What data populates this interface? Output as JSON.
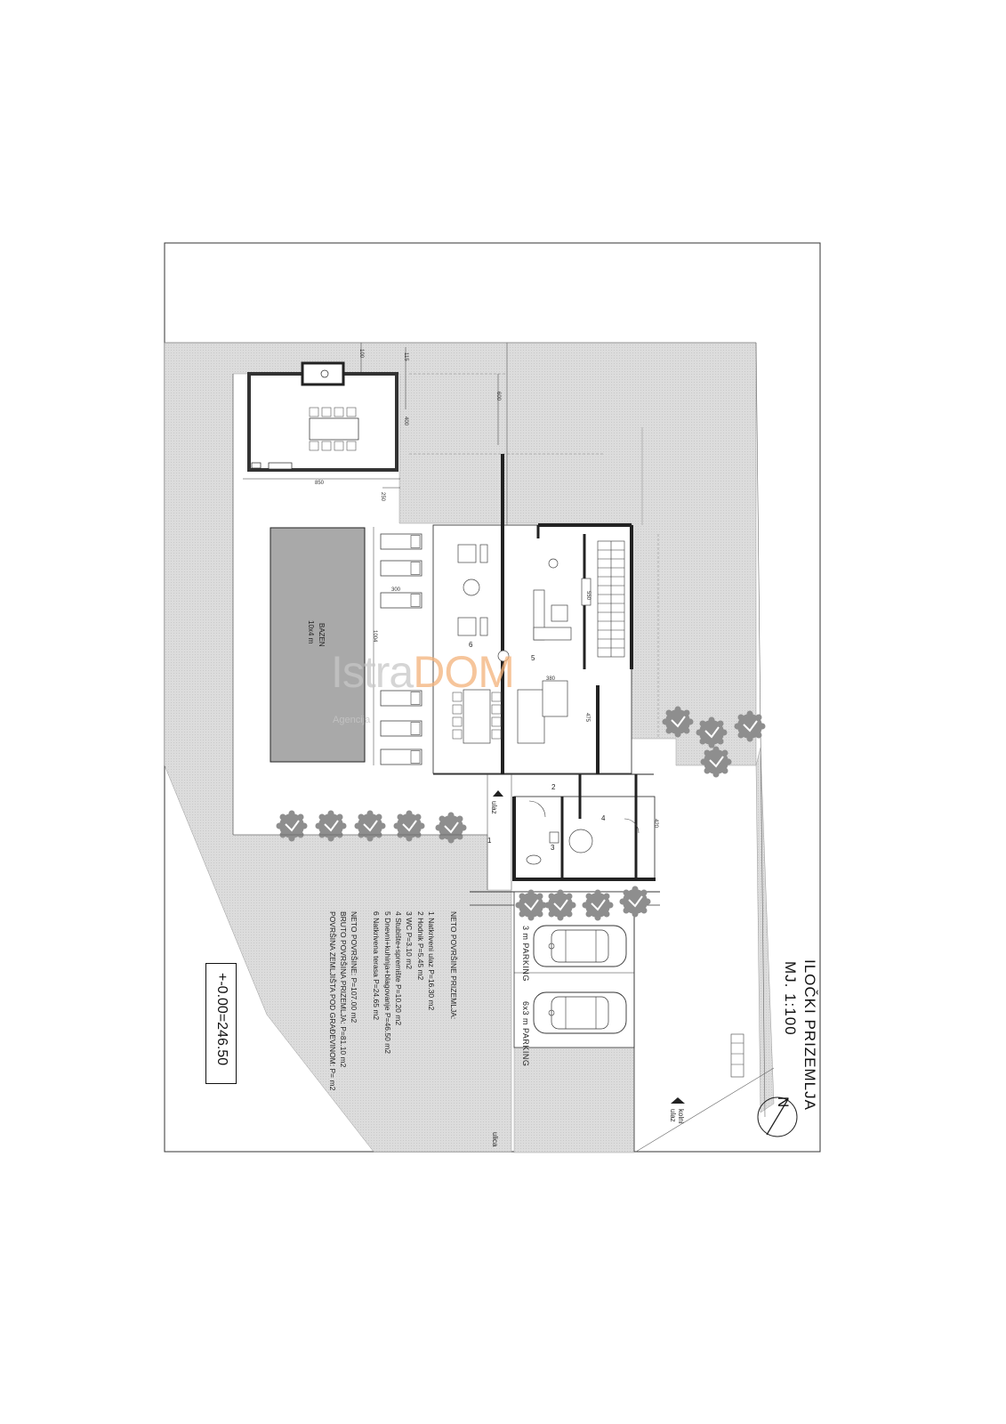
{
  "drawing": {
    "title": "ILOČKI PRIZEMLJA",
    "scale": "MJ. 1:100",
    "elevation": "+-0.00=246.50",
    "north_label": "N",
    "legend": {
      "header": "NETO POVRŠINE PRIZEMLJA:",
      "items": [
        "1 Natkriveni ulaz P=16.30 m2",
        "2 Hodnik P=5.45  m2",
        "3 WC P=3.10 m2",
        "4 Stubište+spremište P=10.20 m2",
        "5 Dnevni+kuhinja+blagovanje P=46.50 m2",
        "6 Natkrivena terasa P=24.65 m2"
      ],
      "neto_total": "NETO POVRŠINE: P=107.00 m2",
      "bruto_total": "BRUTO POVRŠINA PRIZEMLJA: P=81.10 m2",
      "land_under": "POVRŠINA ZEMLJIŠTA POD GRAĐEVINOM: P= m2"
    },
    "pool": {
      "label": "BAZEN",
      "size": "10x4 m"
    },
    "parking": {
      "slot1": "3 m PARKING",
      "slot2": "6x3 m PARKING"
    },
    "entrance_pedestrian": "ulaz",
    "entrance_vehicle": "kolni ulaz",
    "street": "ulica",
    "room_numbers": [
      "1",
      "2",
      "3",
      "4",
      "5",
      "6"
    ],
    "dimensions": [
      "100",
      "115",
      "600",
      "400",
      "850",
      "250",
      "300",
      "1004",
      "550",
      "380",
      "475",
      "420"
    ]
  },
  "watermark": {
    "part1": "Istra",
    "part2": "DOM",
    "sub": "Agencija"
  }
}
